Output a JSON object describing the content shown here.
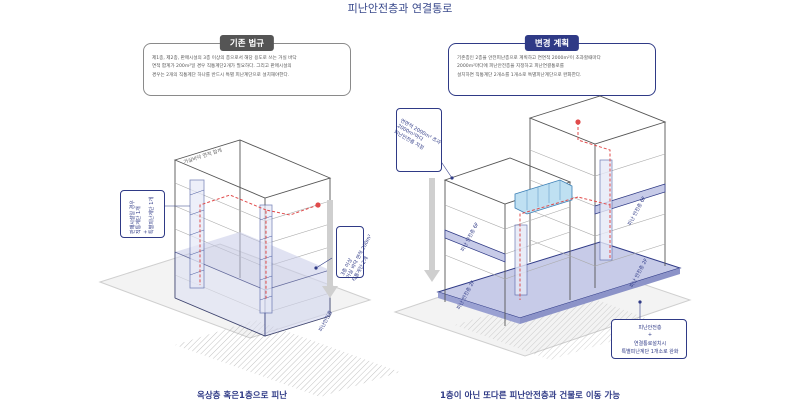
{
  "title": "피난안전층과 연결통로",
  "left_panel": {
    "heading": "기존 법규",
    "lines": [
      "제1종, 제2종, 판매시설의 3층 이상의 층으로서 해당 용도로 쓰는 거실 바닥",
      "면적 합계가 200m²일 경우 직통계단2개가 필요하다. 그리고 판매시설의",
      "경우는 2개의 직통계단 하나를 반드시 특별 피난계단으로 설치해야한다."
    ]
  },
  "right_panel": {
    "heading": "변경 계획",
    "lines": [
      "기존층인 2층을 안전피난층으로 계획하고 연면적 2000m²이 초과할때마다",
      "2000m²마다에 피난안전층을 지정하고 피난연결통로를",
      "설치하면 직통계단 2개소를 1개소로 특별피난계단으로 완화한다."
    ]
  },
  "left_labels": {
    "top_label": "거실바닥 면적 합계",
    "stair_note": [
      "판매시설일 경우",
      "직통계단 1개",
      "+",
      "특별피난계단 1개"
    ],
    "floor_note": [
      "3층 이상",
      "거실 바닥 면적 200m²",
      "직통계단 2개"
    ],
    "base_label": "피난안전층"
  },
  "right_labels": {
    "area_note": [
      "연면적 2000m² 초과",
      "2000m²마다",
      "피난안전층 지정"
    ],
    "floor_6f_left": "피난 안전층 6F",
    "floor_6f_right": "피난 안전층 6F",
    "floor_2f_right": "피난 안전층 2F",
    "floor_2f_left": "피난 안전층 2F",
    "note_box": [
      "피난안전층",
      "+",
      "연결통로설치시",
      "특별피난계단 1개소로 완화"
    ]
  },
  "captions": {
    "left": "옥상층 혹은1층으로 피난",
    "right": "1층이 아닌 또다른 피난안전층과 건물로 이동 가능"
  },
  "colors": {
    "accent": "#2f3a86",
    "route": "#e04b4b",
    "safe_floor": "#c7cbe8"
  }
}
